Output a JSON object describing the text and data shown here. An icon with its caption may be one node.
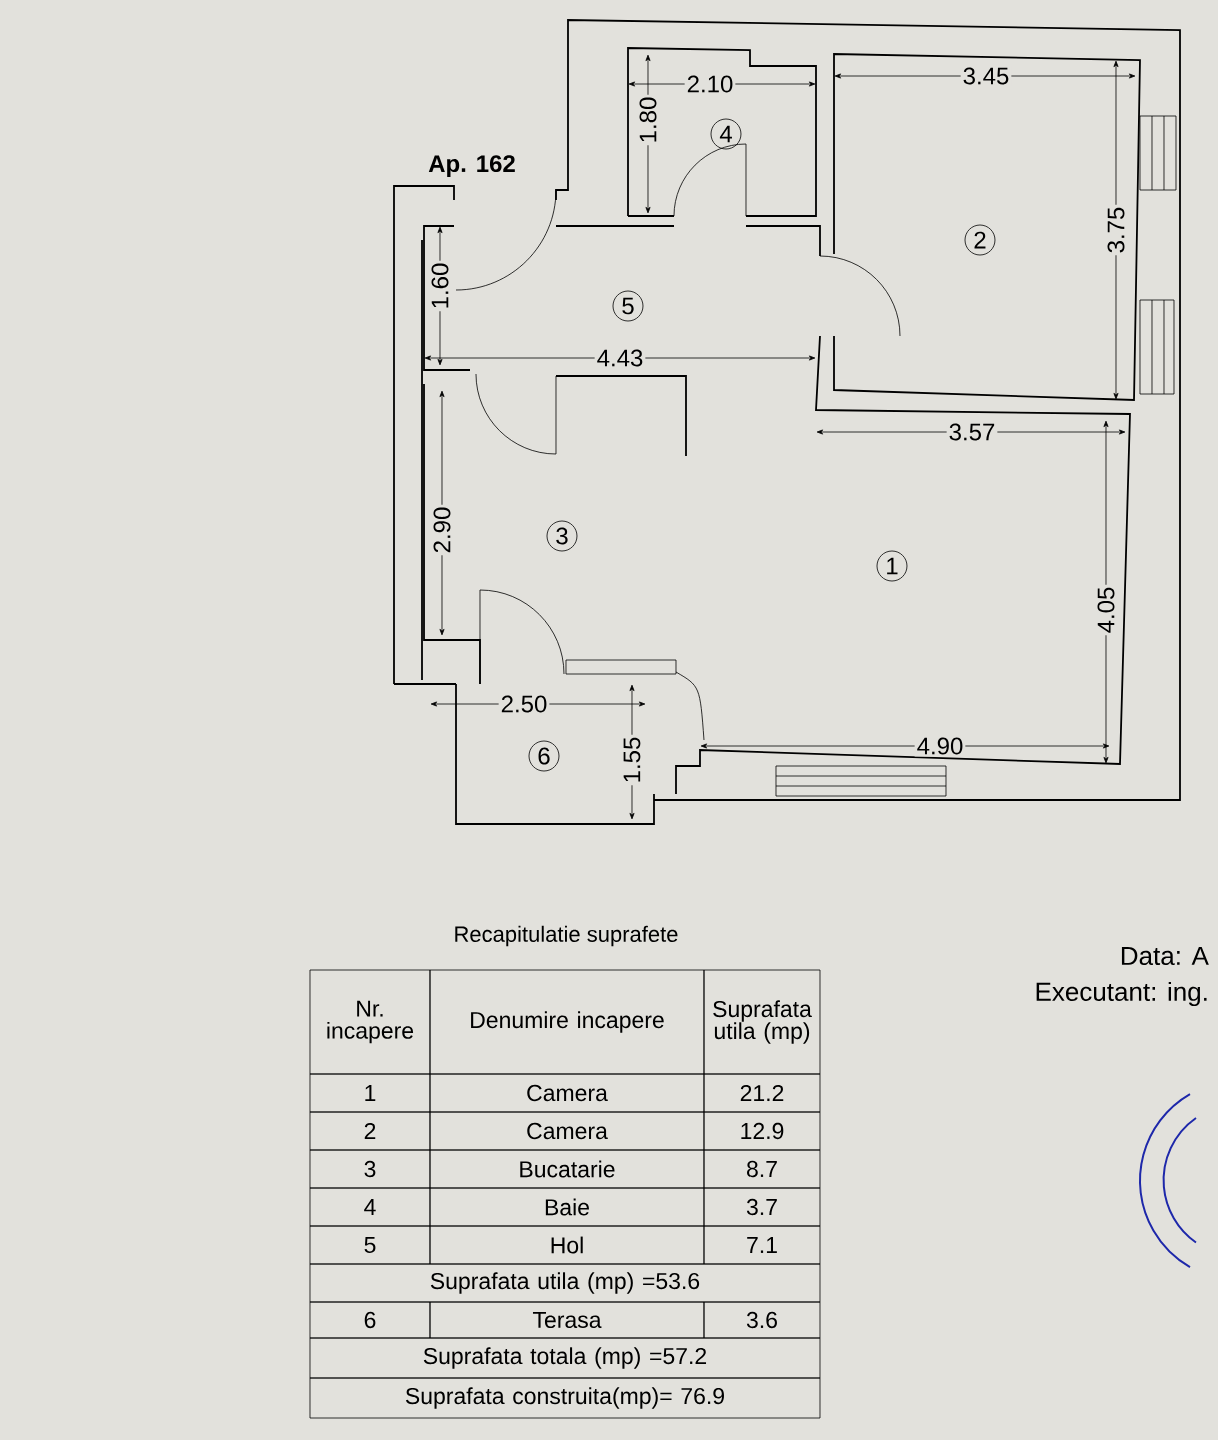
{
  "diagram": {
    "nodes": [
      {
        "text": [
          "4"
        ]
      },
      {
        "text": [
          "2"
        ]
      },
      {
        "text": [
          "5"
        ]
      },
      {
        "text": [
          "3"
        ]
      },
      {
        "text": [
          "1"
        ]
      },
      {
        "text": [
          "6"
        ]
      }
    ],
    "labels": [
      "Ap. 162",
      "2.10",
      "3.45",
      "1.80",
      "3.75",
      "1.60",
      "4.43",
      "3.57",
      "2.90",
      "4.05",
      "2.50",
      "1.55",
      "4.90",
      "Recapitulatie suprafete",
      "Nr. incapere",
      "Denumire incapere",
      "Suprafata utila (mp)",
      "1",
      "Camera",
      "21.2",
      "2",
      "Camera",
      "12.9",
      "3",
      "Bucatarie",
      "8.7",
      "4",
      "Baie",
      "3.7",
      "5",
      "Hol",
      "7.1",
      "Suprafata utila (mp) =53.6",
      "6",
      "Terasa",
      "3.6",
      "Suprafata totala (mp) =57.2",
      "Suprafata construita(mp)= 76.9",
      "Data: A",
      "Executant: ing."
    ]
  }
}
